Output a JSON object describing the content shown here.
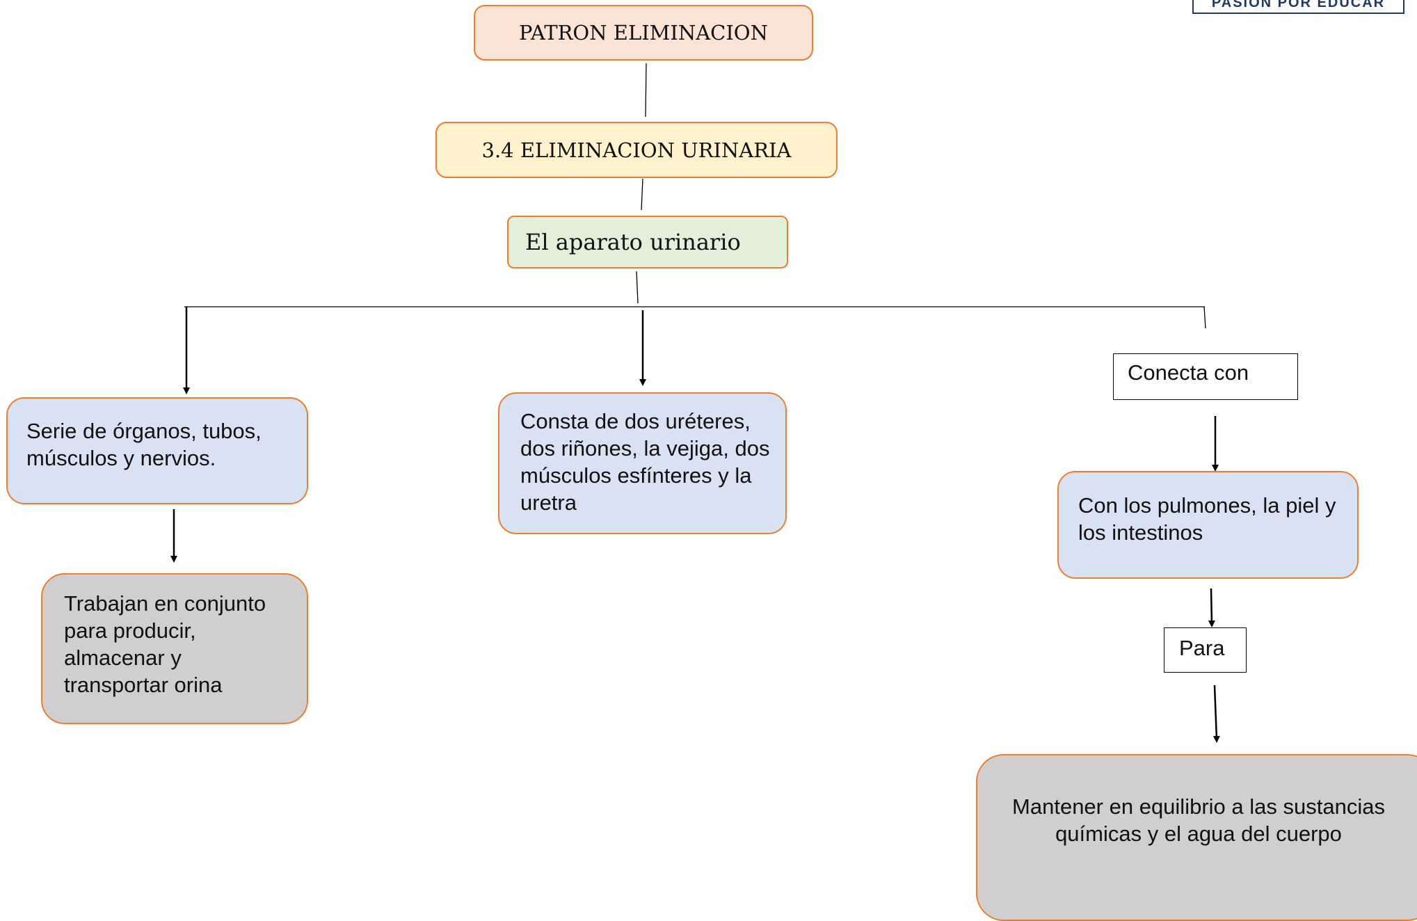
{
  "logo": {
    "text": "PASION POR EDUCAR"
  },
  "nodes": {
    "patron": "PATRON ELIMINACION",
    "eliminacion_urinaria": "3.4 ELIMINACION URINARIA",
    "aparato": "El aparato urinario",
    "serie": "Serie de órganos, tubos, músculos y nervios.",
    "trabajan": "Trabajan en conjunto para producir, almacenar y transportar orina",
    "consta": "Consta de dos uréteres, dos riñones, la vejiga, dos músculos esfínteres y la uretra",
    "pulmones": "Con los pulmones, la piel y los intestinos",
    "mantener": "Mantener en equilibrio a las sustancias químicas y el agua del cuerpo"
  },
  "labels": {
    "conecta": "Conecta con",
    "para": "Para"
  },
  "colors": {
    "border": "#ED7D31",
    "title1_fill": "#FBE4D5",
    "title2_fill": "#FFF2CC",
    "title3_fill": "#E2EFD9",
    "blue_fill": "#D9E2F3",
    "grey_fill": "#D0CECE"
  }
}
